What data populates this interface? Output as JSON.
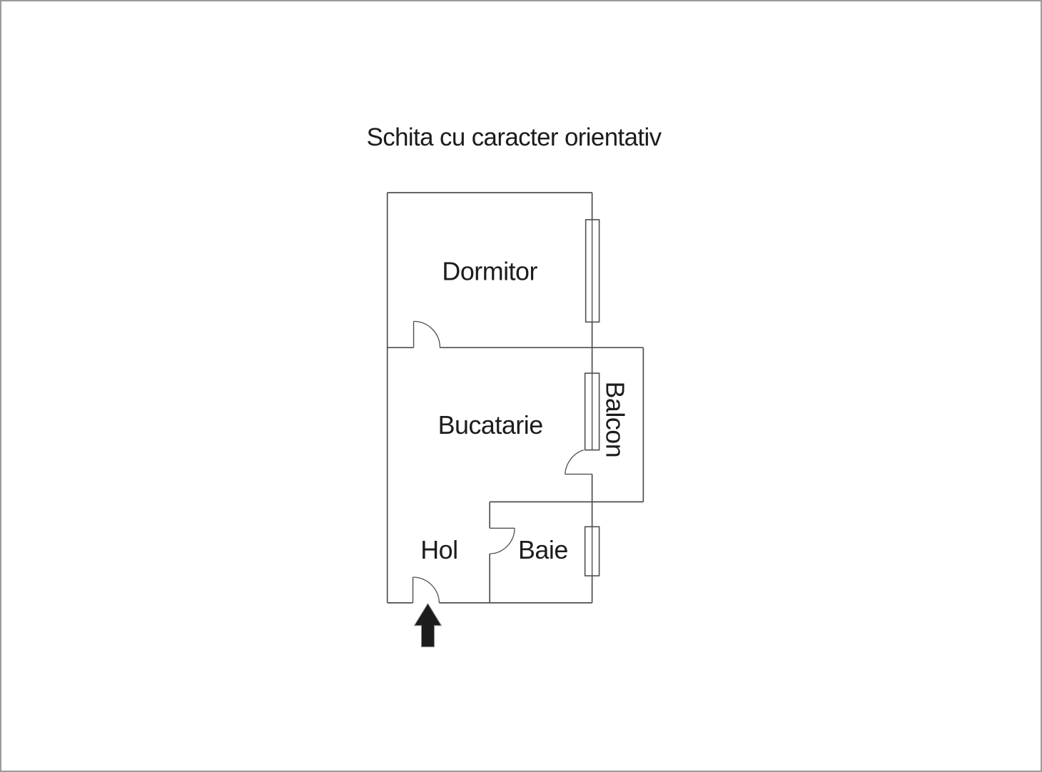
{
  "title": "Schita cu caracter orientativ",
  "rooms": {
    "dormitor": {
      "label": "Dormitor"
    },
    "bucatarie": {
      "label": "Bucatarie"
    },
    "balcon": {
      "label": "Balcon"
    },
    "hol": {
      "label": "Hol"
    },
    "baie": {
      "label": "Baie"
    }
  },
  "colors": {
    "line": "#4f4f4f",
    "text": "#1c1c1c",
    "arrow": "#1c1c1c",
    "page_border": "#9b9b9b",
    "background": "#ffffff"
  }
}
